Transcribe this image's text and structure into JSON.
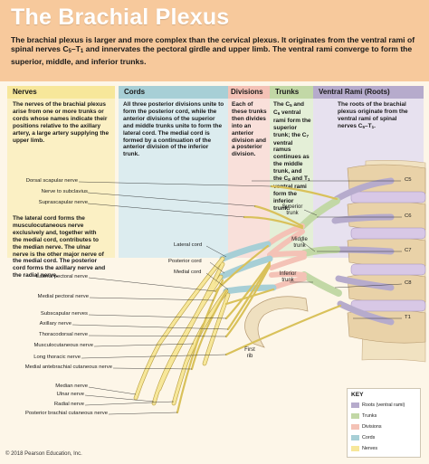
{
  "title": "The Brachial Plexus",
  "intro": "The brachial plexus is larger and more complex than the cervical plexus. It originates from the ventral rami of spinal nerves C5–T1 and innervates the pectoral girdle and upper limb. The ventral rami converge to form the superior, middle, and inferior trunks.",
  "colors": {
    "roots": "#b6abcc",
    "trunks": "#c2d8a6",
    "divisions": "#f4c2b6",
    "cords": "#a7cfd6",
    "nerves": "#f7e79a",
    "title_band": "#f7c99c"
  },
  "columns": [
    {
      "id": "nerves",
      "tab": "Nerves",
      "description": "The nerves of the brachial plexus arise from one or more trunks or cords whose names indicate their positions relative to the axillary artery, a large artery supplying the upper limb."
    },
    {
      "id": "cords",
      "tab": "Cords",
      "description": "All three posterior divisions unite to form the posterior cord, while the anterior divisions of the superior and middle trunks unite to form the lateral cord. The medial cord is formed by a continuation of the anterior division of the inferior trunk."
    },
    {
      "id": "divisions",
      "tab": "Divisions",
      "description": "Each of these trunks then divides into an anterior division and a posterior division."
    },
    {
      "id": "trunks",
      "tab": "Trunks",
      "description": "The C5 and C6 ventral rami form the superior trunk; the C7 ventral ramus continues as the middle trunk, and the C8 and T1 ventral rami form the inferior trunk."
    },
    {
      "id": "roots",
      "tab": "Ventral Rami (Roots)",
      "description": "The roots of the brachial plexus originate from the ventral rami of spinal nerves C5–T1."
    }
  ],
  "lateral_note": "The lateral cord forms the musculocutaneous nerve exclusively and, together with the medial cord, contributes to the median nerve. The ulnar nerve is the other major nerve of the medial cord. The posterior cord forms the axillary nerve and the radial nerve.",
  "nerve_labels": [
    "Dorsal scapular nerve",
    "Nerve to subclavius",
    "Suprascapular nerve",
    "Lateral pectoral nerve",
    "Medial pectoral nerve",
    "Subscapular nerves",
    "Axillary nerve",
    "Thoracodorsal nerve",
    "Musculocutaneous nerve",
    "Long thoracic nerve",
    "Medial antebrachial cutaneous nerve",
    "Median nerve",
    "Ulnar nerve",
    "Radial nerve",
    "Posterior brachial cutaneous nerve"
  ],
  "cord_labels": [
    "Lateral cord",
    "Posterior cord",
    "Medial cord"
  ],
  "trunk_labels": [
    "Superior trunk",
    "Middle trunk",
    "Inferior trunk"
  ],
  "vertebra_labels": [
    "C5",
    "C6",
    "C7",
    "C8",
    "T1"
  ],
  "bone_label": "First rib",
  "key": {
    "title": "KEY",
    "items": [
      {
        "label": "Roots (ventral rami)",
        "color": "#b6abcc"
      },
      {
        "label": "Trunks",
        "color": "#c2d8a6"
      },
      {
        "label": "Divisions",
        "color": "#f4c2b6"
      },
      {
        "label": "Cords",
        "color": "#a7cfd6"
      },
      {
        "label": "Nerves",
        "color": "#f7e79a"
      }
    ]
  },
  "copyright": "© 2018 Pearson Education, Inc."
}
